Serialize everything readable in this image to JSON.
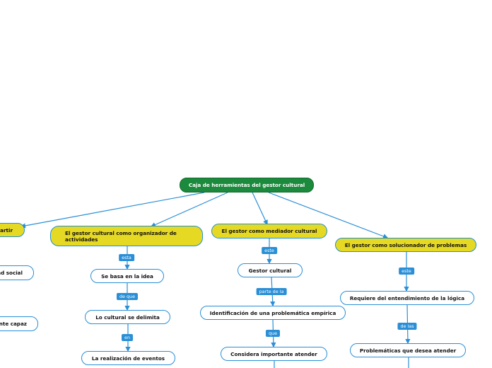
{
  "root": {
    "title": "Caja de herramientas del gestor cultural"
  },
  "topics": {
    "compartir": "compartir",
    "organizador": "El gestor cultural como organizador de actividades",
    "mediador": "El gestor como mediador cultural",
    "solucionador": "El gestor como solucionador de problemas"
  },
  "subs": {
    "social": "realidad social",
    "capaz": "mente capaz",
    "basa": "Se basa en la idea",
    "delimita": "Lo cultural se delimita",
    "realizacion": "La realización de eventos",
    "gestor": "Gestor cultural",
    "identificacion": "Identificación de una problemática empírica",
    "considera": "Considera importante atender",
    "requiere": "Requiere del entendimiento de la lógica",
    "problematicas": "Problemáticas que desea atender"
  },
  "labels": {
    "esta": "esta",
    "deque": "de que",
    "en": "en",
    "este1": "este",
    "partede": "parte de la",
    "que": "que",
    "este2": "este",
    "delas": "de las"
  },
  "colors": {
    "root_fill": "#1b8a3c",
    "topic_fill": "#e6d923",
    "link_stroke": "#2a8fd6"
  }
}
